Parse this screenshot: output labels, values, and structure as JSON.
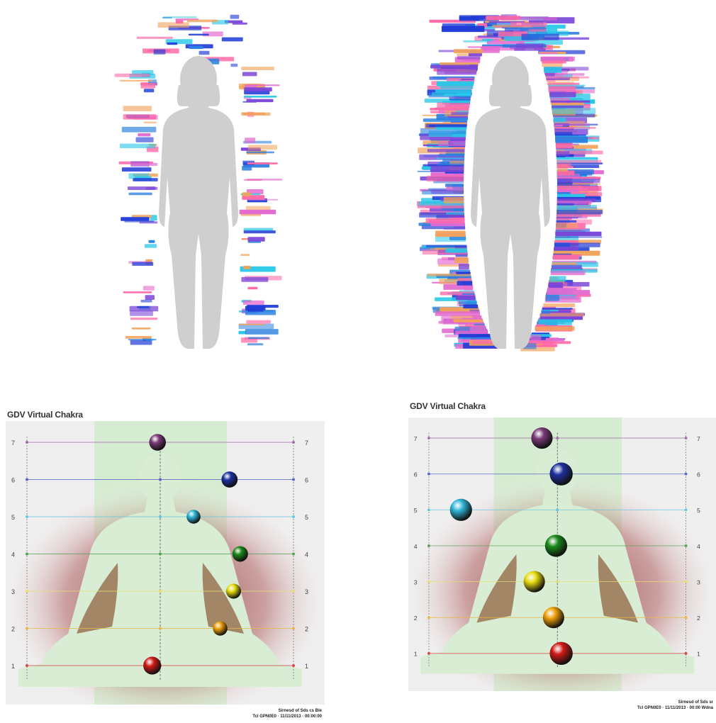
{
  "panels": [
    {
      "title": "GDV Virtual Chakra",
      "levels": [
        "1",
        "2",
        "3",
        "4",
        "5",
        "6",
        "7"
      ],
      "footer": [
        "Sirnesd of Sds cs Ble",
        "Tcl GPN0E0 · 11/11/2013 · 00:00:00"
      ]
    },
    {
      "title": "GDV Virtual Chakra",
      "levels": [
        "1",
        "2",
        "3",
        "4",
        "5",
        "6",
        "7"
      ],
      "footer": [
        "Sirnesd of Sds sr",
        "Tcl GPN0E0 · 11/11/2013 · 00:00 Wdna"
      ]
    }
  ],
  "chakras": [
    {
      "left": [
        {
          "level": 1,
          "offset": -0.06,
          "size": 0.55,
          "color": "#d01a16"
        },
        {
          "level": 2,
          "offset": 0.45,
          "size": 0.35,
          "color": "#f0a10a"
        },
        {
          "level": 3,
          "offset": 0.55,
          "size": 0.38,
          "color": "#e8dc10"
        },
        {
          "level": 4,
          "offset": 0.6,
          "size": 0.42,
          "color": "#1a8a1a"
        },
        {
          "level": 5,
          "offset": 0.25,
          "size": 0.32,
          "color": "#2fb6d9"
        },
        {
          "level": 6,
          "offset": 0.52,
          "size": 0.45,
          "color": "#1e2f9e"
        },
        {
          "level": 7,
          "offset": -0.02,
          "size": 0.48,
          "color": "#7a3a78"
        }
      ]
    },
    {
      "right": [
        {
          "level": 1,
          "offset": 0.03,
          "size": 0.9,
          "color": "#d01a16"
        },
        {
          "level": 2,
          "offset": -0.03,
          "size": 0.8,
          "color": "#f0a10a"
        },
        {
          "level": 3,
          "offset": -0.18,
          "size": 0.8,
          "color": "#e8dc10"
        },
        {
          "level": 4,
          "offset": -0.01,
          "size": 0.85,
          "color": "#1a8a1a"
        },
        {
          "level": 5,
          "offset": -0.75,
          "size": 0.85,
          "color": "#2fb6d9"
        },
        {
          "level": 6,
          "offset": 0.03,
          "size": 0.9,
          "color": "#1e2f9e"
        },
        {
          "level": 7,
          "offset": -0.12,
          "size": 0.8,
          "color": "#7a3a78"
        }
      ]
    }
  ],
  "level_colors": [
    "#d84a4a",
    "#e8b84a",
    "#e6e070",
    "#5aa05a",
    "#6ac6e0",
    "#5a66c6",
    "#a070a8"
  ]
}
